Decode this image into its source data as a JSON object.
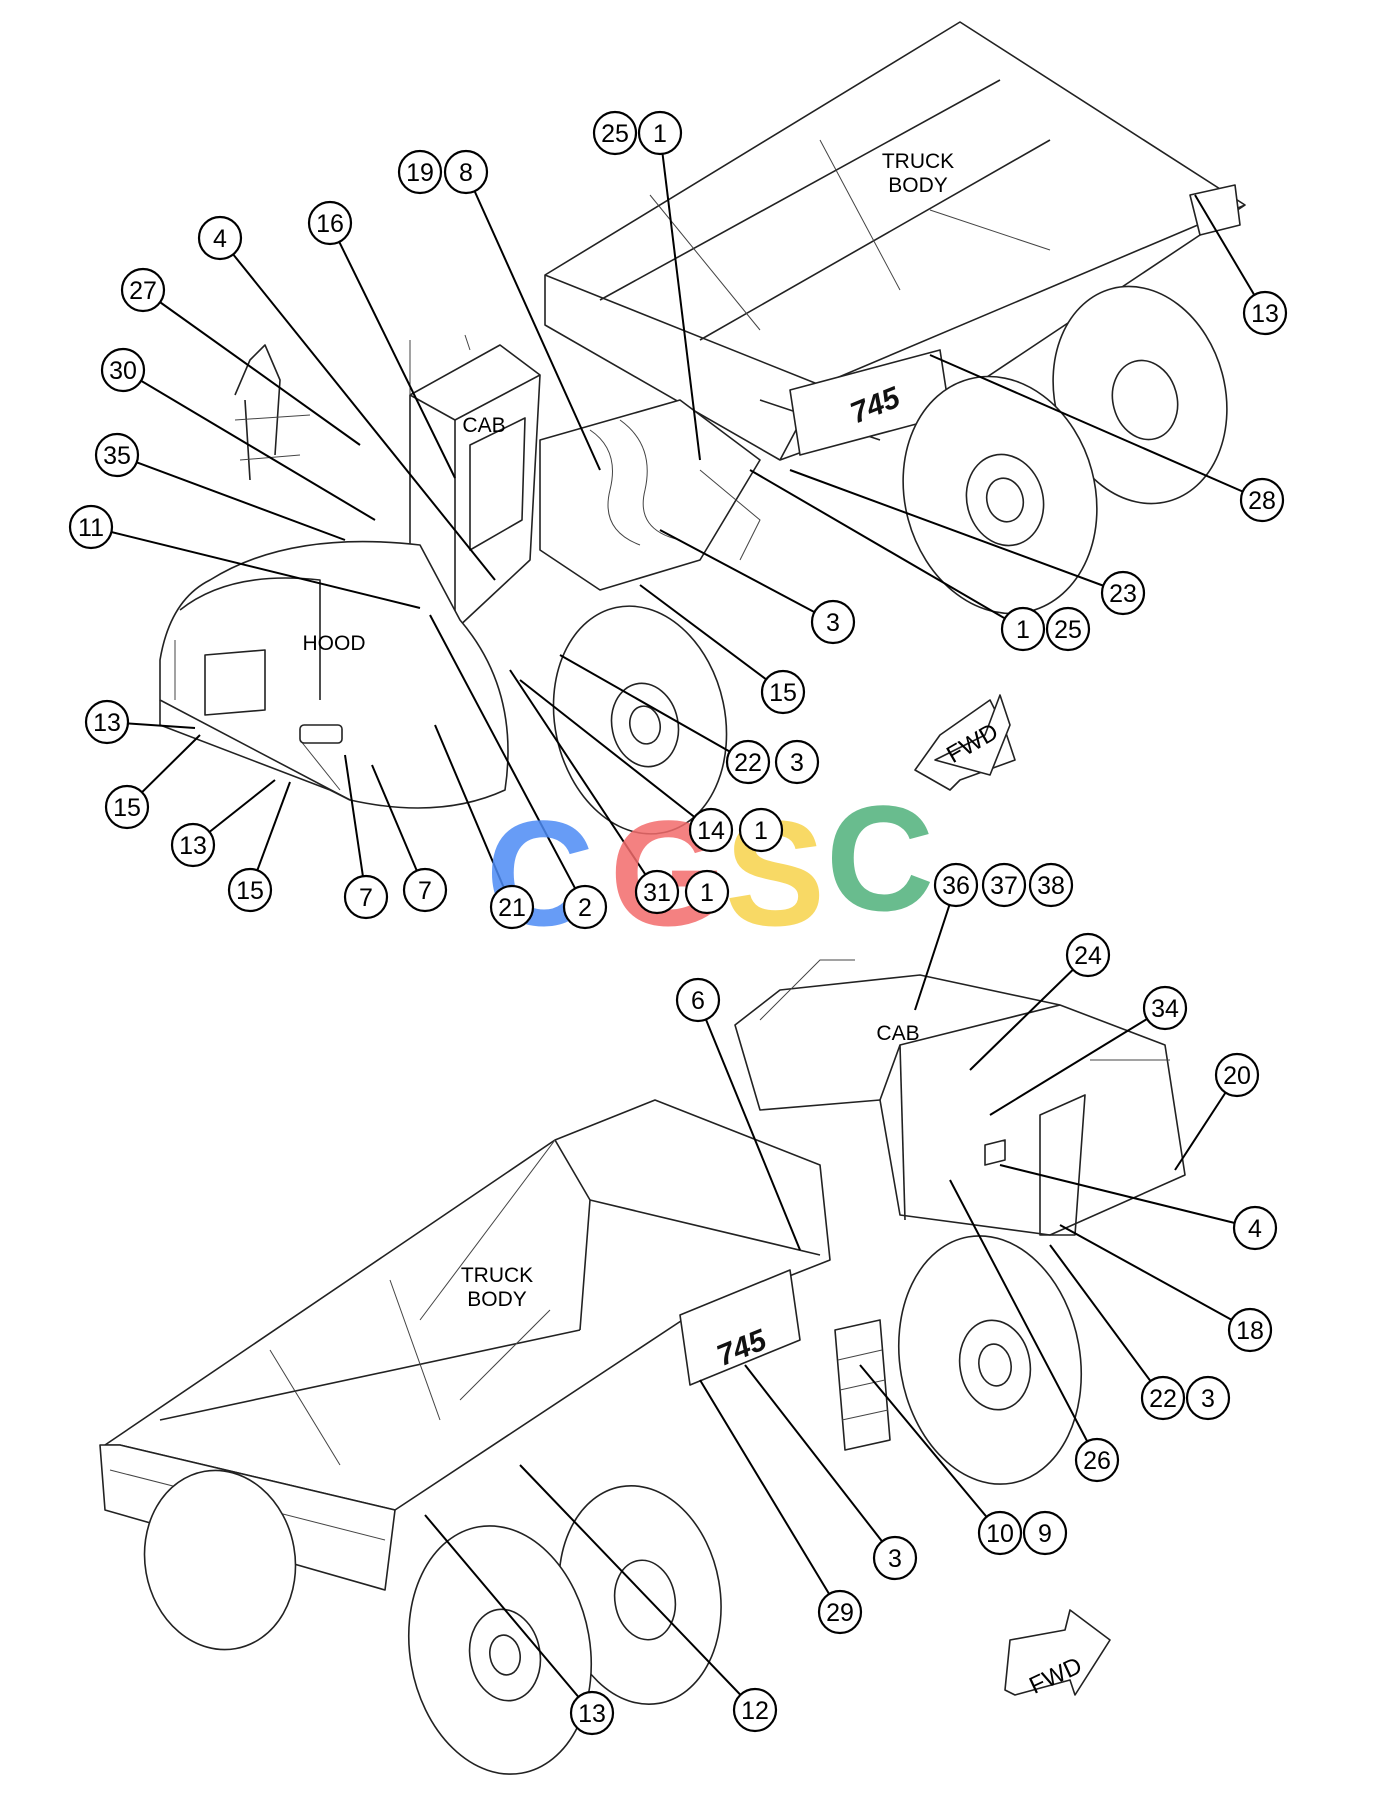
{
  "labels": {
    "truck_body_top": [
      "TRUCK",
      "BODY"
    ],
    "cab_top": "CAB",
    "hood": "HOOD",
    "model_top": "745",
    "fwd_top": "FWD",
    "truck_body_bottom": [
      "TRUCK",
      "BODY"
    ],
    "cab_bottom": "CAB",
    "model_bottom": "745",
    "fwd_bottom": "FWD"
  },
  "watermark": {
    "letters": [
      {
        "char": "C",
        "color": "#4c8bf5"
      },
      {
        "char": "G",
        "color": "#f26b6b"
      },
      {
        "char": "S",
        "color": "#f7d24a"
      },
      {
        "char": "C",
        "color": "#4fb07a"
      }
    ]
  },
  "callouts_top": [
    "25",
    "1",
    "19",
    "8",
    "16",
    "4",
    "27",
    "30",
    "35",
    "11",
    "13",
    "15",
    "13",
    "15",
    "7",
    "7",
    "21",
    "2",
    "31",
    "1",
    "14",
    "1",
    "22",
    "3",
    "15",
    "3",
    "1",
    "25",
    "23",
    "28",
    "13"
  ],
  "callouts_bottom": [
    "36",
    "37",
    "38",
    "6",
    "24",
    "34",
    "20",
    "4",
    "18",
    "22",
    "3",
    "26",
    "10",
    "9",
    "3",
    "29",
    "12",
    "13"
  ]
}
